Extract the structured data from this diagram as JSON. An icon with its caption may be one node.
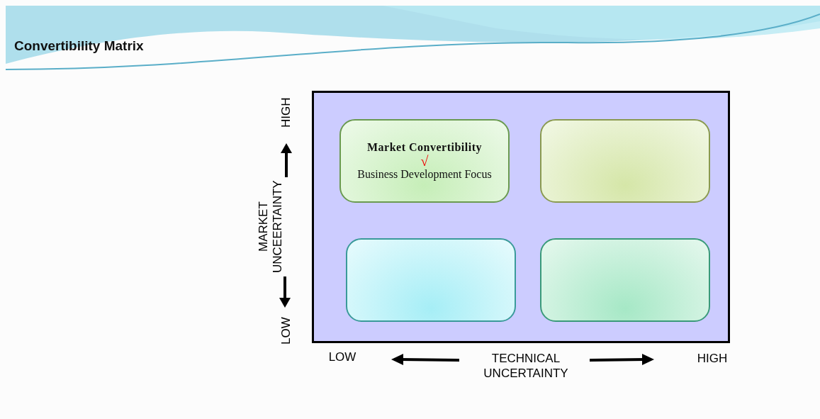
{
  "diagram": {
    "title": "Convertibility Matrix",
    "nodes": [
      {
        "text": [],
        "shape": "box"
      },
      {
        "text": [
          "Market Convertibility",
          "√",
          "Business Development Focus"
        ],
        "in": 0
      },
      {
        "text": [],
        "shape": "box",
        "in": 0
      },
      {
        "text": [],
        "shape": "box",
        "in": 0
      },
      {
        "text": [],
        "shape": "box",
        "in": 0
      }
    ],
    "edges": [],
    "labels": [
      "HIGH",
      "MARKET UNCEERTAINTY",
      "LOW",
      "LOW",
      "TECHNICAL UNCERTAINTY",
      "HIGH"
    ]
  }
}
